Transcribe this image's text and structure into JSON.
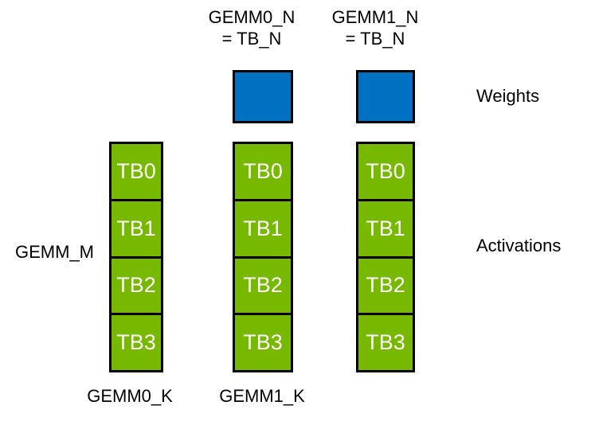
{
  "colors": {
    "weights_blue": "#0070C0",
    "activations_green": "#76B900",
    "border_black": "#000000",
    "tile_text_white": "#FFFFFF",
    "label_text_black": "#000000",
    "background": "#FFFFFF"
  },
  "headers": [
    {
      "line1": "GEMM0_N",
      "line2": "= TB_N"
    },
    {
      "line1": "GEMM1_N",
      "line2": "= TB_N"
    }
  ],
  "weights": {
    "label": "Weights"
  },
  "activations": {
    "label": "Activations",
    "left_label": "GEMM_M",
    "columns": [
      {
        "tiles": [
          "TB0",
          "TB1",
          "TB2",
          "TB3"
        ],
        "bottom_label": "GEMM0_K"
      },
      {
        "tiles": [
          "TB0",
          "TB1",
          "TB2",
          "TB3"
        ],
        "bottom_label": "GEMM1_K"
      },
      {
        "tiles": [
          "TB0",
          "TB1",
          "TB2",
          "TB3"
        ],
        "bottom_label": ""
      }
    ]
  }
}
